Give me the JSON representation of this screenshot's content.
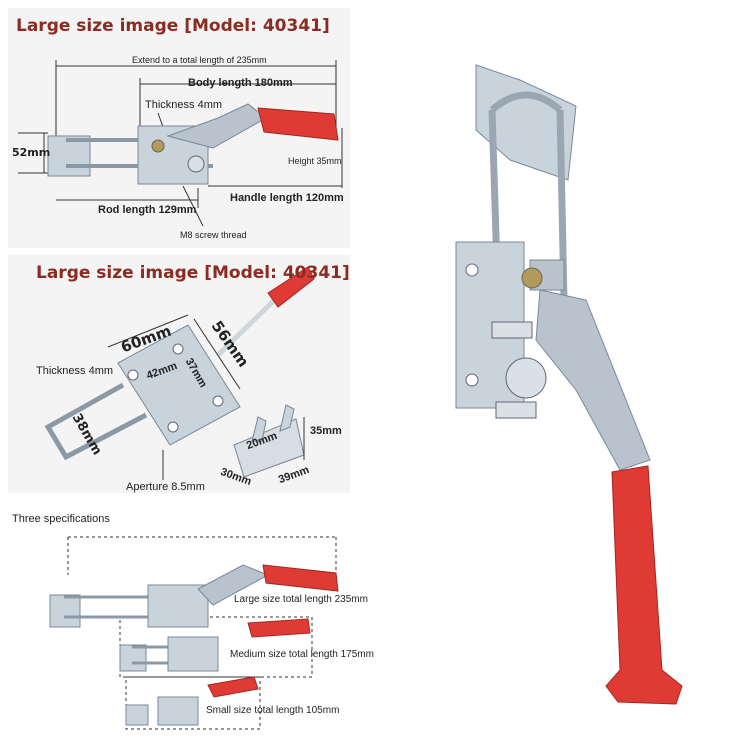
{
  "panel1": {
    "title": "Large size image [Model: 40341]",
    "extend": "Extend to a total length of 235mm",
    "body_length": "Body length 180mm",
    "thickness": "Thickness 4mm",
    "width": "52mm",
    "height": "Height 35mm",
    "handle_length": "Handle length 120mm",
    "rod_length": "Rod length 129mm",
    "screw": "M8 screw thread"
  },
  "panel2": {
    "title": "Large size image [Model: 40341]",
    "d60": "60mm",
    "d56": "56mm",
    "d42": "42mm",
    "d37": "37mm",
    "thickness": "Thickness 4mm",
    "d38": "38mm",
    "aperture": "Aperture 8.5mm",
    "d20": "20mm",
    "d35": "35mm",
    "d30": "30mm",
    "d39": "39mm"
  },
  "panel3": {
    "title": "Three specifications",
    "large": "Large size total length 235mm",
    "medium": "Medium size total length 175mm",
    "small": "Small size total length 105mm"
  },
  "colors": {
    "title": "#8b2b22",
    "handle_red": "#e03a35",
    "zinc": "#c9d3dc"
  }
}
